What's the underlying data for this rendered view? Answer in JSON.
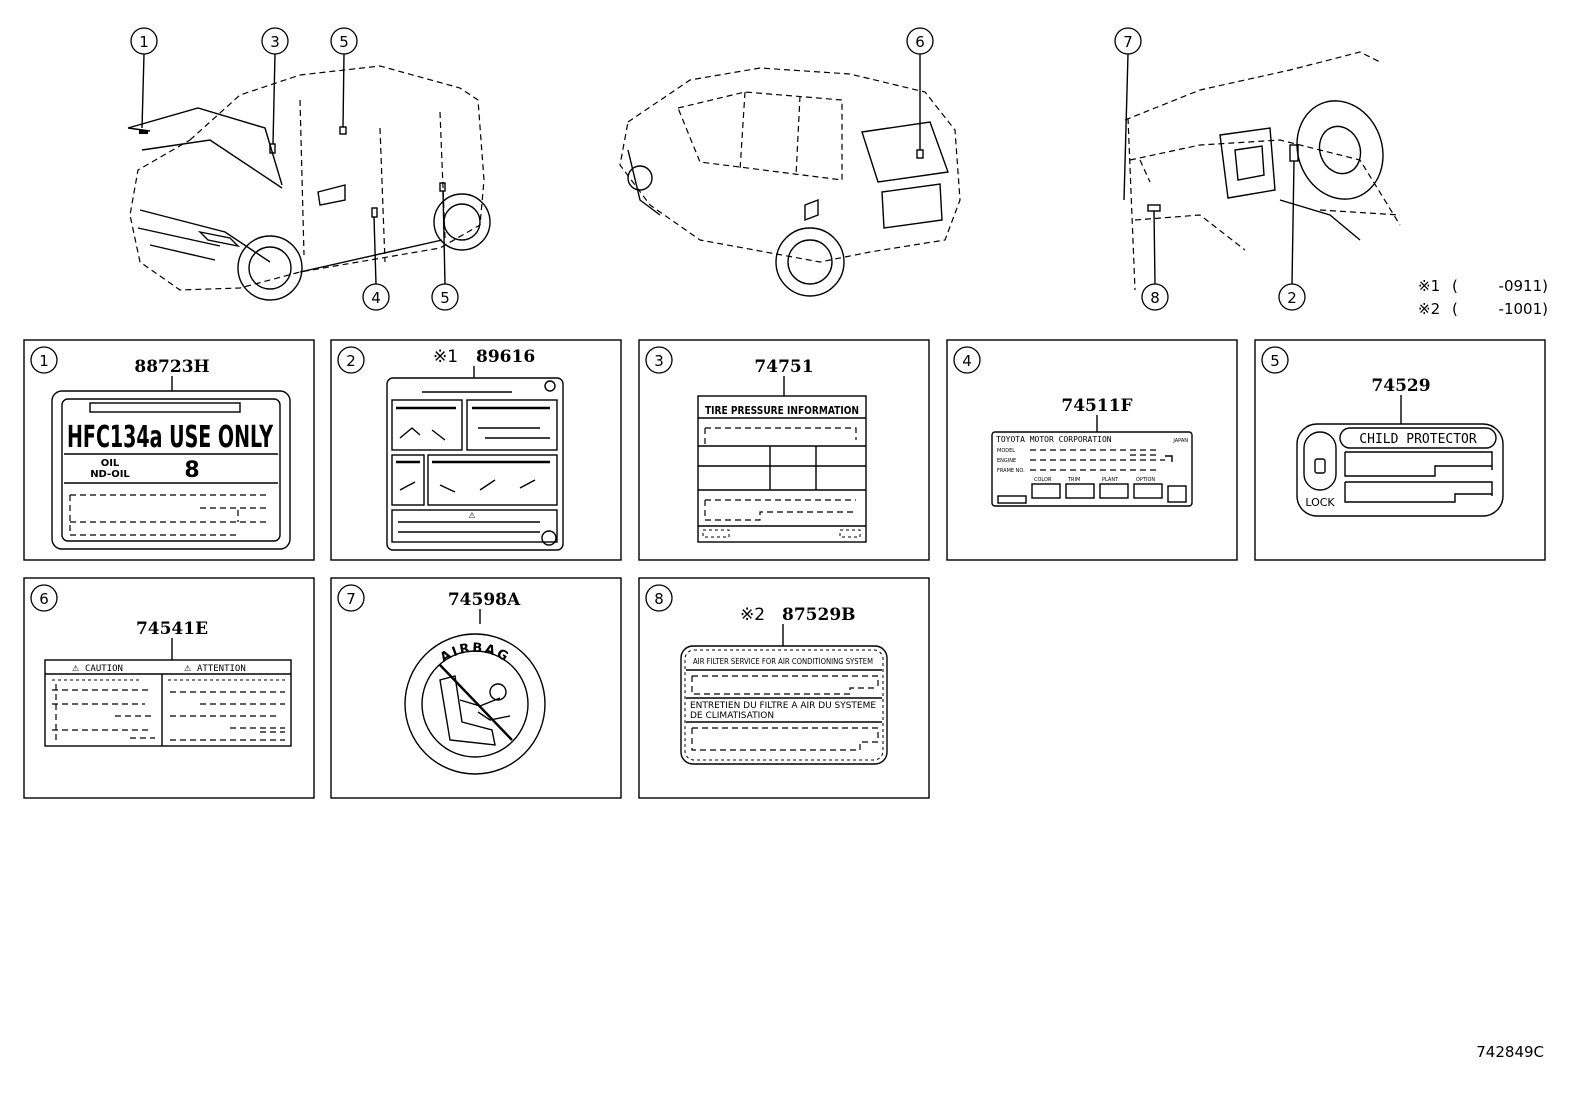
{
  "callouts": {
    "c1": "1",
    "c2": "2",
    "c3": "3",
    "c4": "4",
    "c5": "5",
    "c6": "6",
    "c7": "7",
    "c8": "8"
  },
  "notes": [
    {
      "mark": "※1",
      "paren_open": "(",
      "range": "-0911)"
    },
    {
      "mark": "※2",
      "paren_open": "(",
      "range": "-1001)"
    }
  ],
  "panels": [
    {
      "num": "1",
      "part": "88723H",
      "mark": "",
      "label_main": "HFC134a USE ONLY",
      "label_oil": "OIL",
      "label_ndoil": "ND-OIL",
      "label_oil_value": "8"
    },
    {
      "num": "2",
      "part": "89616",
      "mark": "※1"
    },
    {
      "num": "3",
      "part": "74751",
      "mark": "",
      "label_header": "TIRE PRESSURE INFORMATION"
    },
    {
      "num": "4",
      "part": "74511F",
      "mark": "",
      "label_header": "TOYOTA MOTOR CORPORATION",
      "label_region": "JAPAN",
      "label_model": "MODEL",
      "label_engine": "ENGINE",
      "label_frame": "FRAME NO.",
      "label_color": "COLOR",
      "label_trim": "TRIM",
      "label_plant": "PLANT",
      "label_option": "OPTION"
    },
    {
      "num": "5",
      "part": "74529",
      "mark": "",
      "label_header": "CHILD PROTECTOR",
      "label_lock": "LOCK"
    },
    {
      "num": "6",
      "part": "74541E",
      "mark": "",
      "label_caution": "CAUTION",
      "label_attention": "ATTENTION"
    },
    {
      "num": "7",
      "part": "74598A",
      "mark": "",
      "label_ring": "AIRBAG"
    },
    {
      "num": "8",
      "part": "87529B",
      "mark": "※2",
      "label_en": "AIR FILTER SERVICE FOR AIR CONDITIONING SYSTEM",
      "label_fr1": "ENTRETIEN DU FILTRE A AIR DU SYSTEME",
      "label_fr2": "DE CLIMATISATION"
    }
  ],
  "diagram_code": "742849C"
}
